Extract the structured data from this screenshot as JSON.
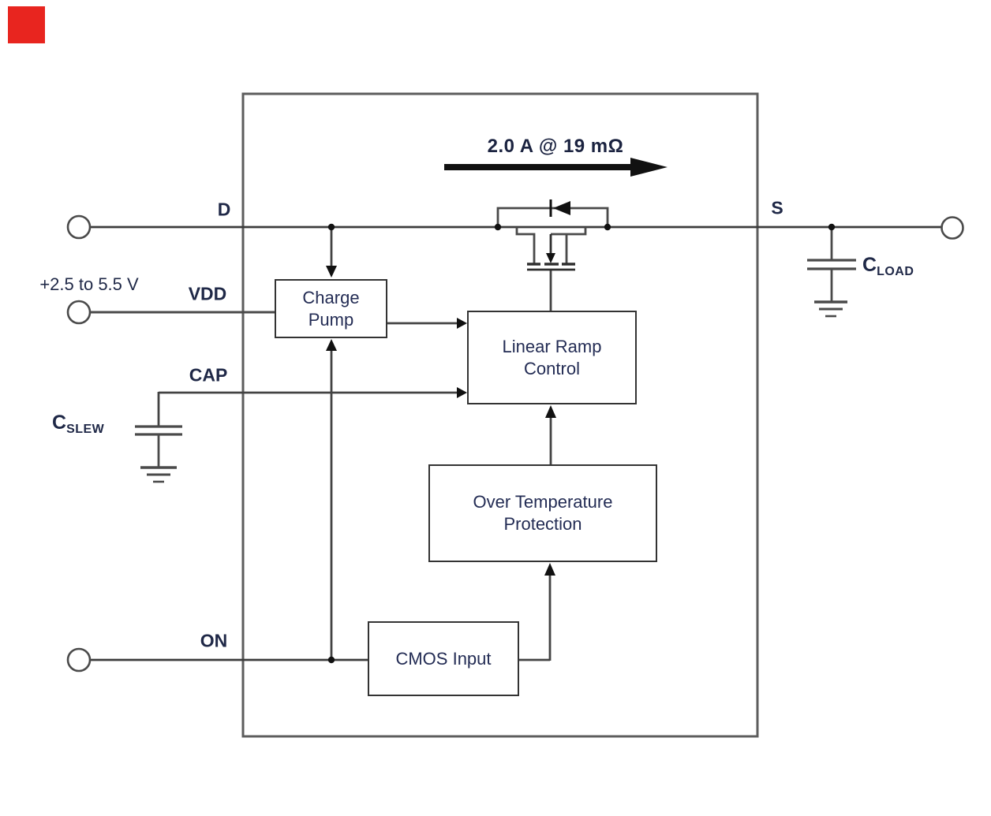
{
  "annotation": {
    "current": "2.0 A @ 19 mΩ"
  },
  "terminals": {
    "d": {
      "label": "D"
    },
    "s": {
      "label": "S"
    },
    "vdd": {
      "label": "VDD",
      "supply_range": "+2.5 to 5.5 V"
    },
    "cap": {
      "label": "CAP"
    },
    "on": {
      "label": "ON"
    }
  },
  "capacitors": {
    "cslew": {
      "symbol": "C",
      "sub": "SLEW"
    },
    "cload": {
      "symbol": "C",
      "sub": "LOAD"
    }
  },
  "blocks": {
    "charge_pump": {
      "lines": [
        "Charge",
        "Pump"
      ]
    },
    "linear_ramp": {
      "lines": [
        "Linear Ramp",
        "Control"
      ]
    },
    "over_temp": {
      "lines": [
        "Over Temperature",
        "Protection"
      ]
    },
    "cmos_input": {
      "lines": [
        "CMOS Input"
      ]
    }
  },
  "colors": {
    "marker": "#e8251f",
    "wire": "#434343",
    "ic_outline": "#5d5d5d",
    "block_border": "#333333",
    "text": "#1f2847",
    "arrow": "#111111"
  }
}
